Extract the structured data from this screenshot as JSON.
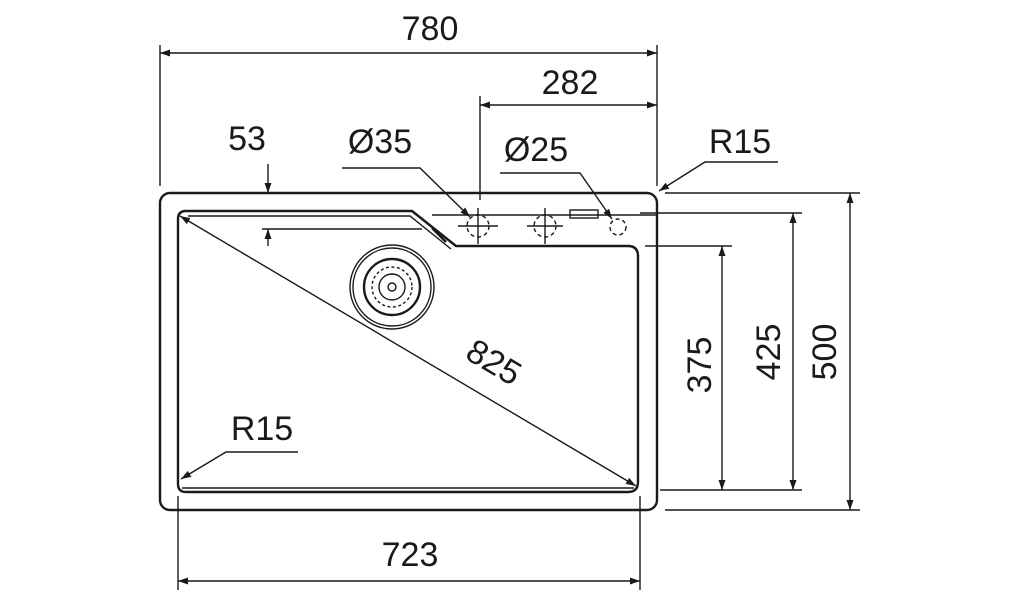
{
  "drawing": {
    "title": "Sink dimension drawing",
    "dimensions": {
      "overall_width": "780",
      "tap_zone_width": "282",
      "rim_offset": "53",
      "tap_hole_diameter": "Ø35",
      "accessory_hole_diameter": "Ø25",
      "corner_radius_outer": "R15",
      "bowl_diagonal": "825",
      "corner_radius_bowl": "R15",
      "bowl_depth": "375",
      "bowl_depth_total": "425",
      "overall_depth": "500",
      "bowl_width": "723"
    },
    "color": "#1a1a1a"
  }
}
